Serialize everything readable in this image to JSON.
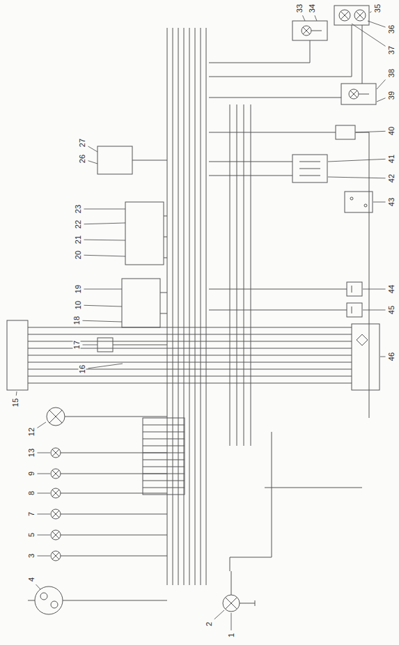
{
  "diagram": {
    "labels": [
      "33",
      "34",
      "35",
      "36",
      "37",
      "38",
      "39",
      "40",
      "41",
      "42",
      "43",
      "27",
      "26",
      "23",
      "22",
      "21",
      "20",
      "19",
      "10",
      "18",
      "17",
      "16",
      "44",
      "45",
      "46",
      "15",
      "12",
      "13",
      "9",
      "8",
      "7",
      "5",
      "3",
      "4",
      "2",
      "1"
    ]
  }
}
